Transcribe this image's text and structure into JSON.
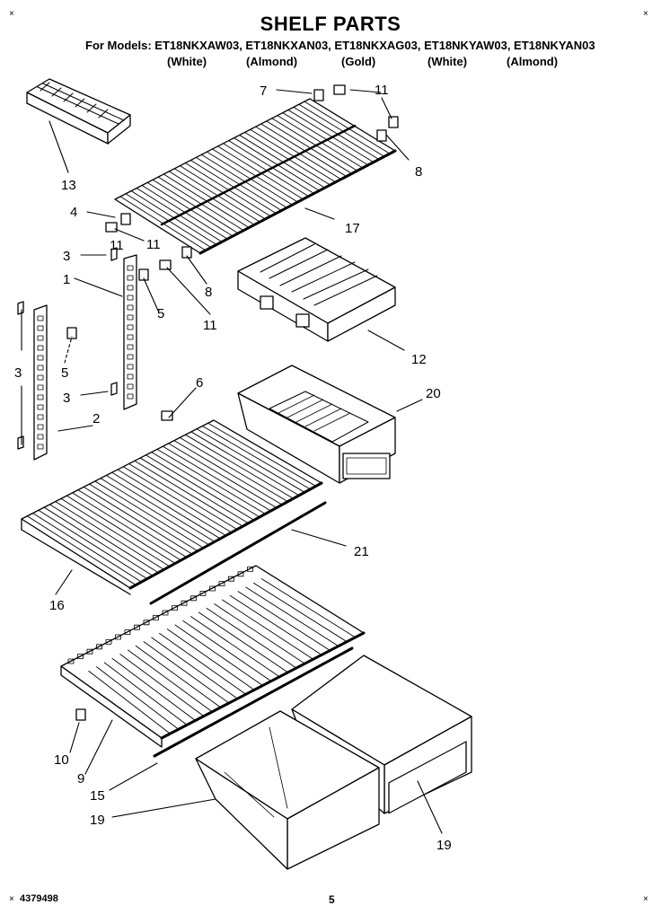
{
  "header": {
    "title": "SHELF PARTS",
    "models_line": "For Models: ET18NKXAW03, ET18NKXAN03, ET18NKXAG03, ET18NKYAW03, ET18NKYAN03",
    "colors": [
      "(White)",
      "(Almond)",
      "(Gold)",
      "(White)",
      "(Almond)"
    ]
  },
  "callouts": [
    "7",
    "11",
    "11",
    "8",
    "13",
    "4",
    "11",
    "17",
    "3",
    "1",
    "5",
    "8",
    "11",
    "12",
    "3",
    "5",
    "6",
    "3",
    "20",
    "2",
    "21",
    "16",
    "10",
    "9",
    "15",
    "19",
    "19"
  ],
  "footer": {
    "doc_number": "4379498",
    "page": "5"
  },
  "corner_marks": [
    "×",
    "×",
    "×",
    "×"
  ]
}
